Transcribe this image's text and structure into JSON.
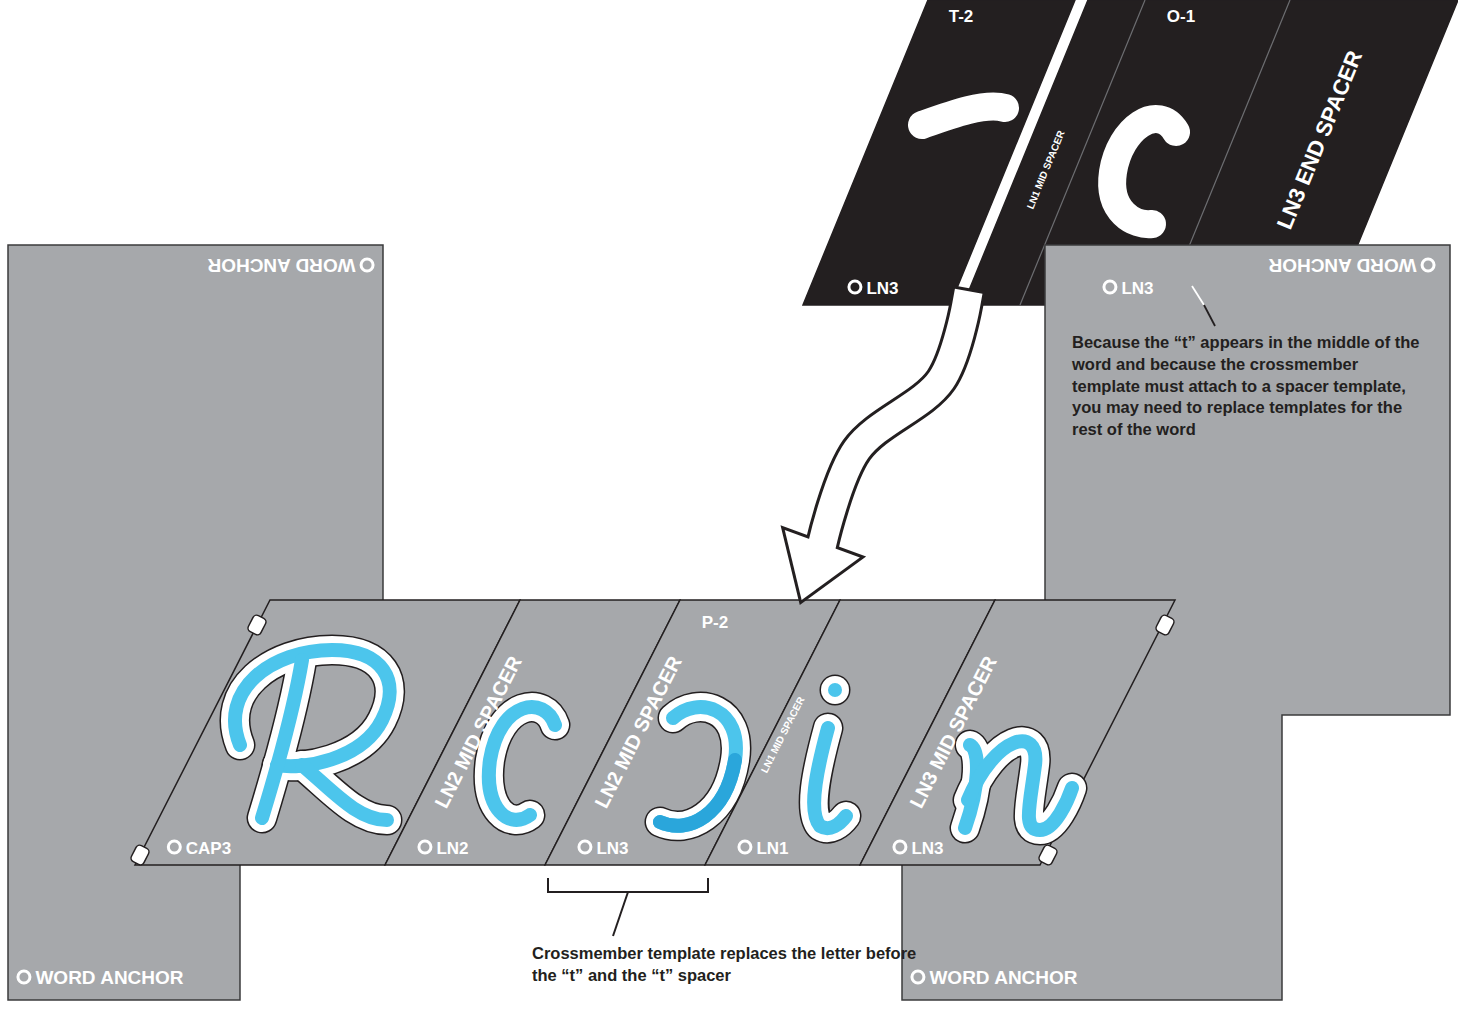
{
  "diagram": {
    "nodes": [
      {
        "text": [
          "T-2",
          "LN3"
        ]
      },
      {
        "text": [
          "O-1",
          "LN1 MID SPACER",
          "LN3 END SPACER",
          "LN3"
        ]
      },
      {
        "text": [
          "WORD ANCHOR",
          "WORD ANCHOR"
        ]
      },
      {
        "text": [
          "WORD ANCHOR",
          "WORD ANCHOR"
        ]
      },
      {
        "text": [
          "CAP3"
        ]
      },
      {
        "text": [
          "LN2 MID SPACER",
          "LN2"
        ]
      },
      {
        "text": [
          "LN2 MID SPACER",
          "P-2",
          "LN3"
        ]
      },
      {
        "text": [
          "LN1 MID SPACER",
          "LN1"
        ]
      },
      {
        "text": [
          "LN3 MID SPACER",
          "LN3"
        ]
      }
    ],
    "edges": [
      {
        "from": 0,
        "to": 6,
        "arrow": "to"
      }
    ],
    "labels": [
      "Because the “t” appears in the middle of the word and because the crossmember template must attach to a spacer template, you may need to replace templates for the rest of the word",
      "Crossmember template replaces the letter before the “t” and the “t” spacer"
    ]
  }
}
